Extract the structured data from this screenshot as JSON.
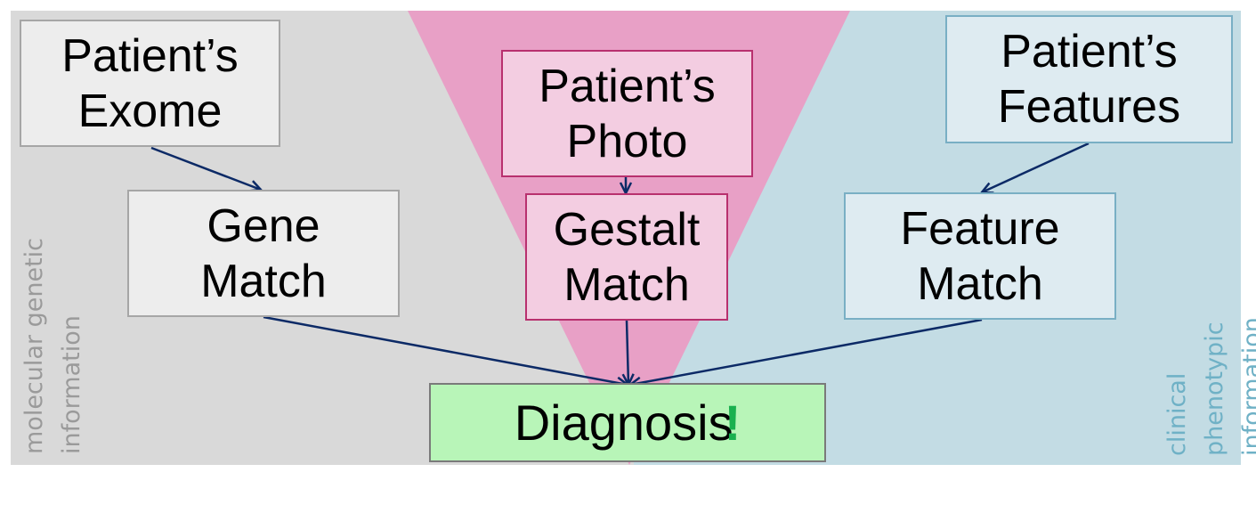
{
  "colors": {
    "molecular_bg": "#d9d9d9",
    "clinical_bg": "#c3dce4",
    "gestalt_bg": "#e8a0c6",
    "arrow": "#0c2a66",
    "molecular_text": "#9a9a9a",
    "clinical_text": "#6fb1c6",
    "exclaim": "#1ab04f"
  },
  "nodes": {
    "exome": "Patient’s\nExome",
    "photo": "Patient’s\nPhoto",
    "features": "Patient’s\nFeatures",
    "gene_match": "Gene\nMatch",
    "gestalt_match": "Gestalt\nMatch",
    "feature_match": "Feature\nMatch",
    "diagnosis": "Diagnosis",
    "diagnosis_mark": "!"
  },
  "side_labels": {
    "molecular": "molecular genetic\ninformation",
    "clinical": "clinical phenotypic\ninformation"
  }
}
